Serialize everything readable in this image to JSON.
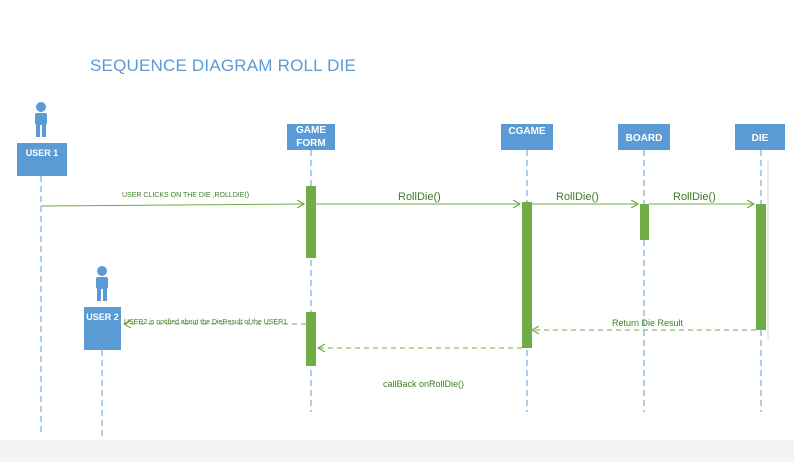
{
  "title": "SEQUENCE DIAGRAM ROLL DIE",
  "participants": {
    "user1": "USER 1",
    "user2": "USER 2",
    "game_form_line1": "GAME",
    "game_form_line2": "FORM",
    "cgame": "CGAME",
    "board": "BOARD",
    "die": "DIE"
  },
  "messages": {
    "m1": "USER CLICKS ON THE DIE ,ROLLDIE()",
    "m2": "RollDie()",
    "m3": "RollDie()",
    "m4": "RollDie()",
    "m5": "Return Die Result",
    "m6": "USER2 is notified about the DieResult of the USER1.",
    "m7": "callBack onRollDie()"
  },
  "colors": {
    "accent_blue": "#5b9bd5",
    "activation_green": "#70ad47",
    "message_green": "#3a7d22"
  }
}
